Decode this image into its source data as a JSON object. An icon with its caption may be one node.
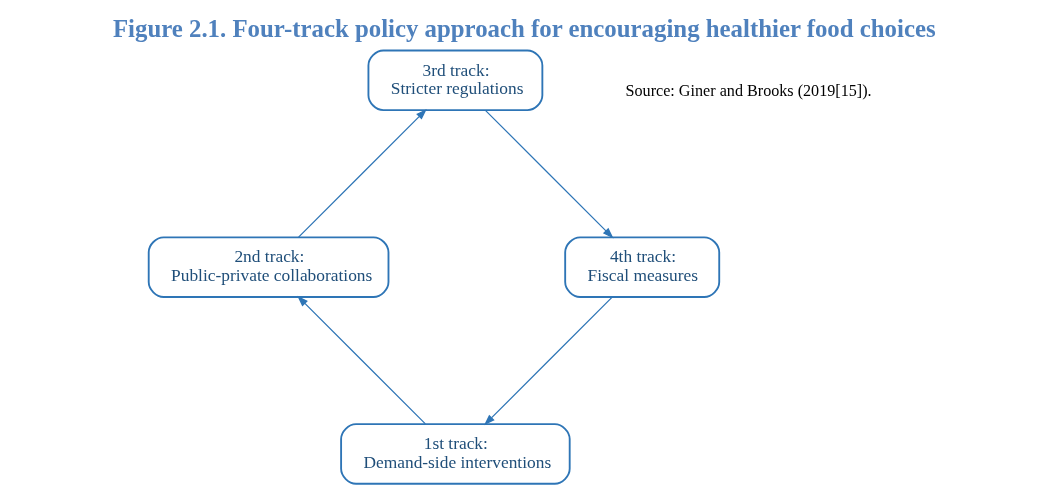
{
  "diagram": {
    "title": "Figure 2.1. Four-track policy approach for encouraging healthier food choices",
    "caption": "Source: Giner and Brooks (2019[15]).",
    "nodes": [
      {
        "text": [
          "1st track:",
          "Demand-side interventions"
        ]
      },
      {
        "text": [
          "2nd track:",
          "Public-private collaborations"
        ]
      },
      {
        "text": [
          "3rd track:",
          "Stricter regulations"
        ]
      },
      {
        "text": [
          "4th track:",
          "Fiscal measures"
        ]
      }
    ],
    "edges": [
      {
        "from": 0,
        "to": 1,
        "arrow": "to"
      },
      {
        "from": 1,
        "to": 2,
        "arrow": "to"
      },
      {
        "from": 2,
        "to": 3,
        "arrow": "to"
      },
      {
        "from": 3,
        "to": 0,
        "arrow": "to"
      }
    ]
  }
}
